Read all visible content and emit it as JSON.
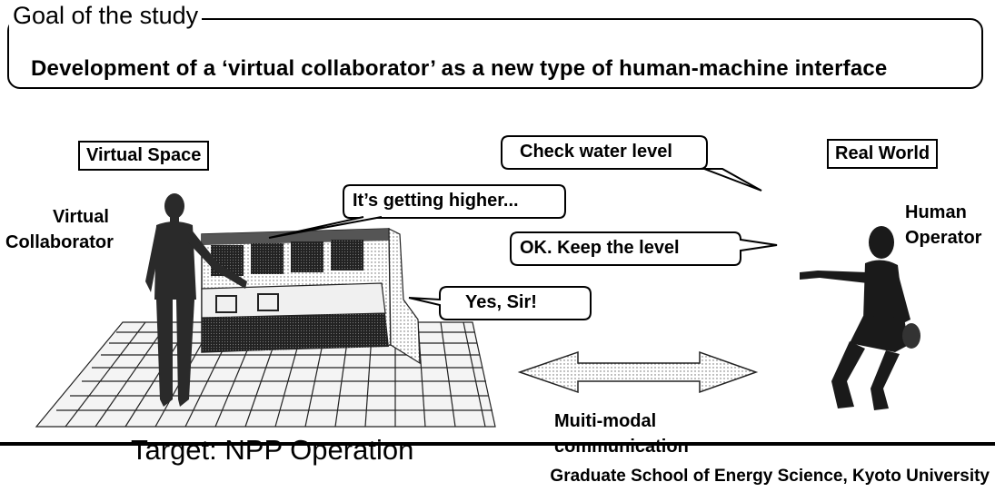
{
  "goal": {
    "heading": "Goal of the study",
    "text": "Development of a ‘virtual collaborator’ as a new type of human-machine interface"
  },
  "labels": {
    "virtual_space": "Virtual Space",
    "real_world": "Real World",
    "virtual_collaborator_line1": "Virtual",
    "virtual_collaborator_line2": "Collaborator",
    "human_operator_line1": "Human",
    "human_operator_line2": "Operator",
    "target": "Target:  NPP Operation",
    "communication_line1": "Muiti-modal",
    "communication_line2": "communication",
    "affiliation": "Graduate School of Energy Science, Kyoto University"
  },
  "bubbles": {
    "check_water_level": "Check water level",
    "getting_higher": "It’s getting higher...",
    "keep_level": "OK.  Keep the level",
    "yes_sir": "Yes, Sir!"
  }
}
